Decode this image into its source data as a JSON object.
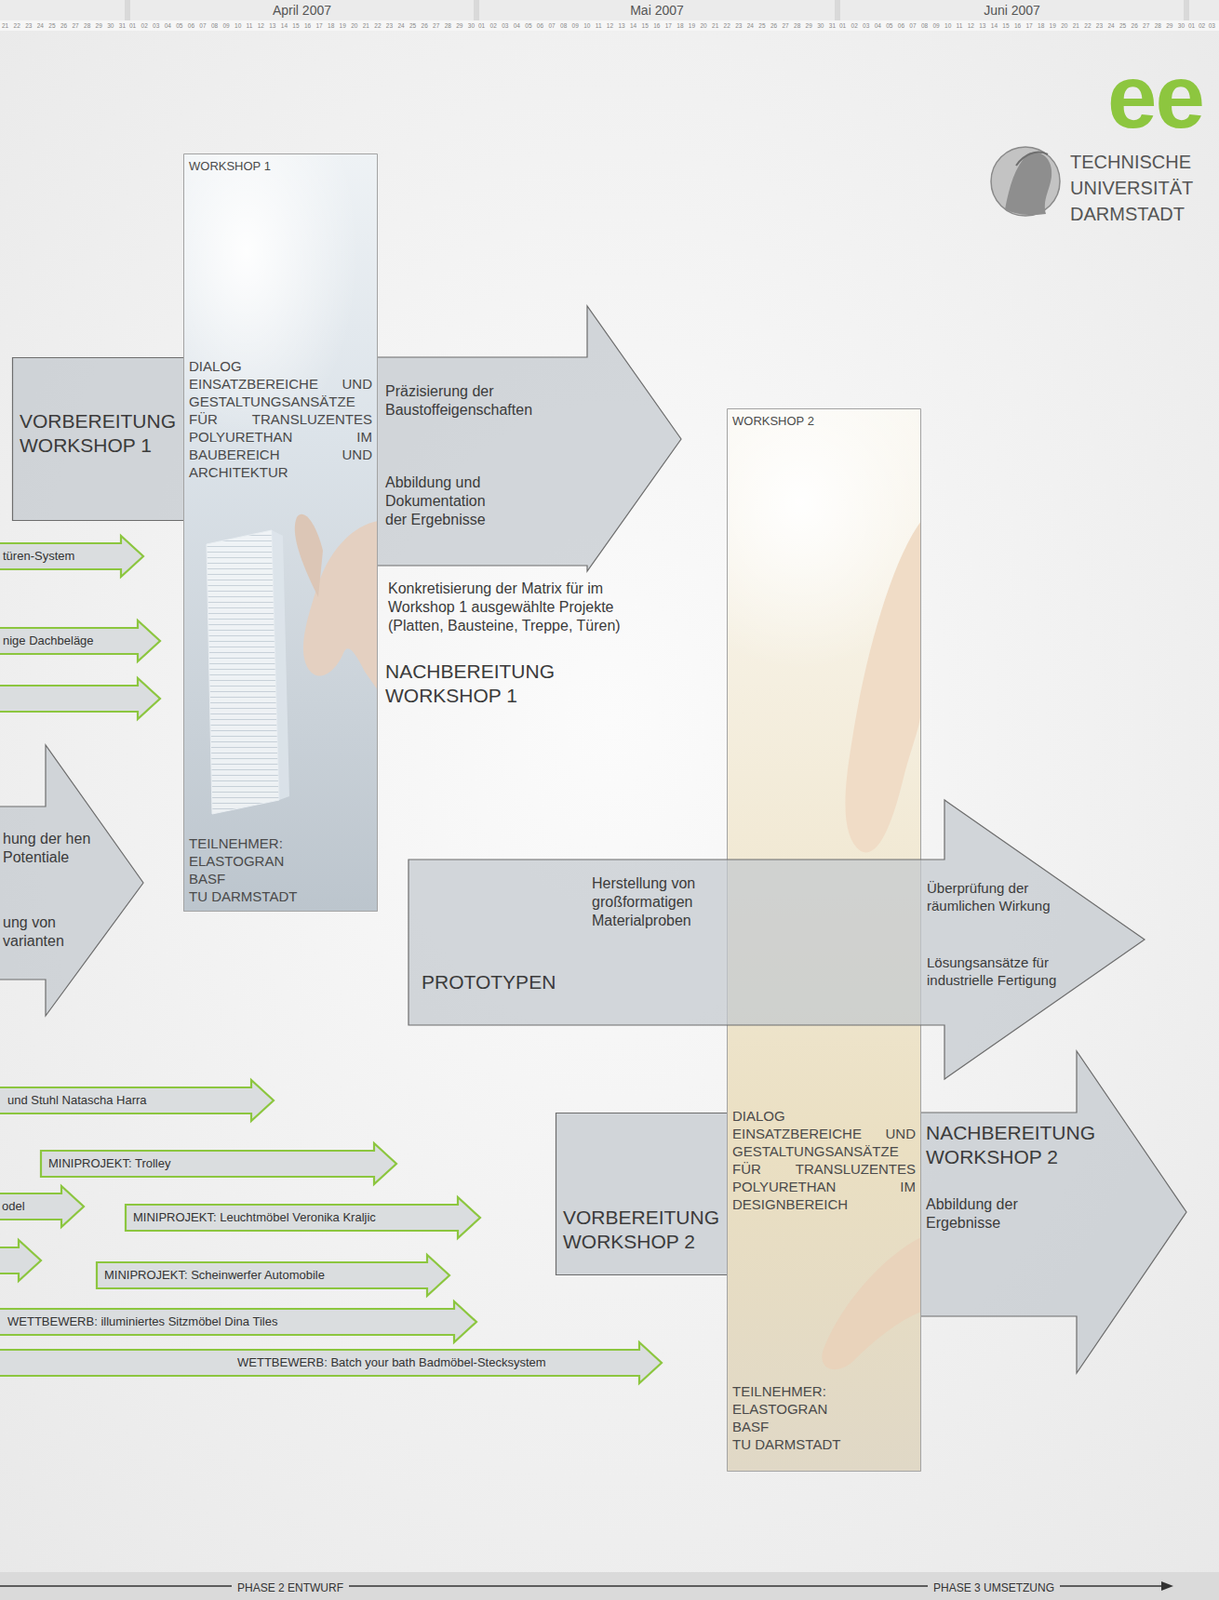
{
  "diagram": {
    "nodes": [
      {
        "text": [
          "WORKSHOP 1",
          "DIALOG EINSATZBEREICHE UND GESTALTUNGSANSÄTZE FÜR TRANSLUZENTES POLYURETHAN IM BAUBEREICH UND ARCHITEKTUR",
          "TEILNEHMER:",
          "ELASTOGRAN",
          "BASF",
          "TU DARMSTADT"
        ]
      },
      {
        "text": [
          "VORBEREITUNG WORKSHOP 1"
        ]
      },
      {
        "text": [
          "Präzisierung der Baustoffeigenschaften",
          "Abbildung und Dokumentation der Ergebnisse",
          "Konkretisierung der Matrix für im Workshop 1 ausgewählte Projekte (Platten, Bausteine, Treppe, Türen)",
          "NACHBEREITUNG WORKSHOP 1"
        ]
      },
      {
        "text": [
          "türen-System"
        ]
      },
      {
        "text": [
          "nige Dachbeläge"
        ]
      },
      {
        "text": [
          "hung der hen Potentiale",
          "ung von varianten"
        ]
      },
      {
        "text": [
          "WORKSHOP 2",
          "DIALOG EINSATZBEREICHE UND GESTALTUNGSANSÄTZE FÜR TRANSLUZENTES POLYURETHAN IM DESIGNBEREICH",
          "TEILNEHMER:",
          "ELASTOGRAN",
          "BASF",
          "TU DARMSTADT"
        ]
      },
      {
        "text": [
          "Herstellung von großformatigen Materialproben",
          "PROTOTYPEN",
          "Überprüfung der räumlichen Wirkung",
          "Lösungsansätze für industrielle Fertigung"
        ]
      },
      {
        "text": [
          "und Stuhl Natascha Harra"
        ]
      },
      {
        "text": [
          "MINIPROJEKT: Trolley"
        ]
      },
      {
        "text": [
          "odel"
        ]
      },
      {
        "text": [
          "MINIPROJEKT: Leuchtmöbel Veronika Kraljic"
        ]
      },
      {
        "text": [
          "MINIPROJEKT: Scheinwerfer Automobile"
        ]
      },
      {
        "text": [
          "VORBEREITUNG WORKSHOP 2"
        ]
      },
      {
        "text": [
          "NACHBEREITUNG WORKSHOP 2",
          "Abbildung der Ergebnisse"
        ]
      },
      {
        "text": [
          "WETTBEWERB: illuminiertes Sitzmöbel Dina Tiles"
        ]
      },
      {
        "text": [
          "WETTBEWERB: Batch your bath Badmöbel-Stecksystem"
        ]
      }
    ],
    "labels": [
      "April 2007",
      "Mai 2007",
      "Juni 2007",
      "21 22 23 24 25 26 27 28 29 30 31",
      "01 02 03 04 05 06 07 08 09 10 11 12 13 14 15 16 17 18 19 20 21 22 23 24 25 26 27 28 29 30",
      "01 02 03 04 05 06 07 08 09 10 11 12 13 14 15 16 17 18 19 20 21 22 23 24 25 26 27 28 29 30 31",
      "01 02 03 04 05 06 07 08 09 10 11 12 13 14 15 16 17 18 19 20 21 22 23 24 25 26 27 28 29 30",
      "01 02 03",
      "ee",
      "TECHNISCHE UNIVERSITÄT DARMSTADT",
      "PHASE 2 ENTWURF",
      "PHASE 3 UMSETZUNG"
    ]
  }
}
